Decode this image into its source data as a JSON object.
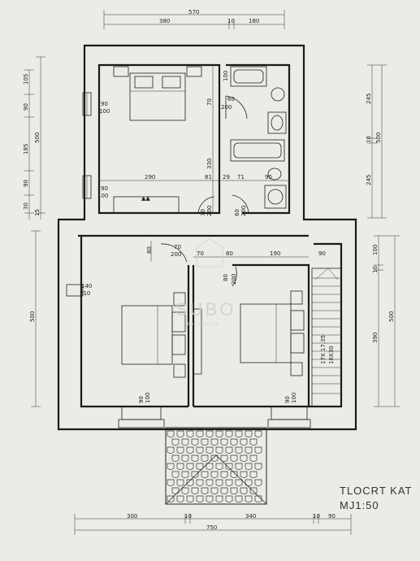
{
  "title": {
    "line1": "TLOCRT KAT",
    "line2": "MJ1:50"
  },
  "watermark": {
    "brand": "SUBO",
    "tagline": "REAL ESTATE"
  },
  "dimensions": {
    "top_total": "570",
    "top_left": "380",
    "top_mid": "10",
    "top_right": "180",
    "bottom_left": "300",
    "bottom_mid1": "10",
    "bottom_mid2": "340",
    "bottom_mid3": "10",
    "bottom_right": "90",
    "bottom_total": "750",
    "left_a1": "105",
    "left_a2": "90",
    "left_a3": "185",
    "left_a4": "90",
    "left_a5": "30",
    "left_b1": "500",
    "left_b2": "15",
    "left_c": "500",
    "right_a1": "245",
    "right_a2": "10",
    "right_a3": "245",
    "right_b": "500",
    "right_c1": "100",
    "right_c2": "10",
    "right_c3": "390",
    "right_c4": "500",
    "int_290": "290",
    "int_81": "81",
    "int_29": "29",
    "int_71": "71",
    "int_90": "90",
    "int_330": "330",
    "int_70a": "70",
    "int_100": "100",
    "corr_80": "80",
    "corr_70": "70",
    "corr_190": "190",
    "corr_90": "90",
    "corr_80b": "80"
  },
  "openings": {
    "w1a": "90",
    "w1b": "100",
    "w2a": "90",
    "w2b": "100",
    "d1a": "60",
    "d1b": "200",
    "d2a": "70",
    "d2b": "200",
    "d3a": "60",
    "d3b": "200",
    "d4a": "70",
    "d4b": "200",
    "d5a": "80",
    "d5b": "200",
    "w3a": "140",
    "w3b": "210",
    "w4a": "90",
    "w4b": "100",
    "w5a": "90",
    "w5b": "100",
    "stair1": "17X 17,35",
    "stair2": "16X30"
  }
}
